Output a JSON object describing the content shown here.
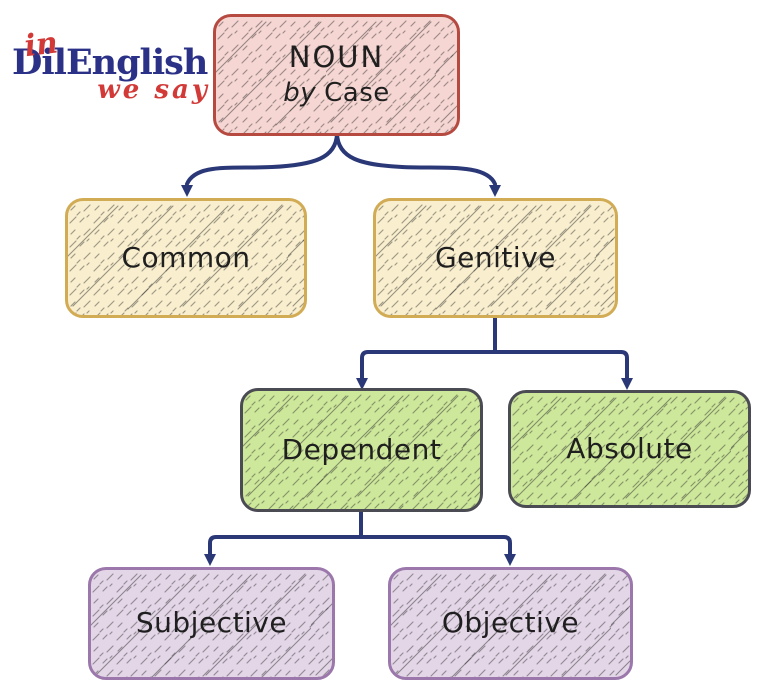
{
  "logo": {
    "word_in": "in",
    "brand": "DilEnglish",
    "tagline": "we say"
  },
  "diagram": {
    "root": {
      "title": "NOUN",
      "subtitle_prefix": "by",
      "subtitle_word": "Case"
    },
    "nodes": {
      "common": {
        "label": "Common"
      },
      "genitive": {
        "label": "Genitive"
      },
      "dependent": {
        "label": "Dependent"
      },
      "absolute": {
        "label": "Absolute"
      },
      "subjective": {
        "label": "Subjective"
      },
      "objective": {
        "label": "Objective"
      }
    },
    "colors": {
      "root_fill": "#f6d6d2",
      "root_border": "#b64a41",
      "case_fill": "#f9eecd",
      "case_border": "#d2ab55",
      "genitive_branch_fill": "#cde79b",
      "genitive_branch_border": "#4b4b53",
      "dependent_branch_fill": "#e3d6e7",
      "dependent_branch_border": "#9b77ac",
      "connector": "#2b3877",
      "logo_red": "#d23a38",
      "logo_navy": "#2b3187",
      "text": "#1f1f1f"
    }
  }
}
